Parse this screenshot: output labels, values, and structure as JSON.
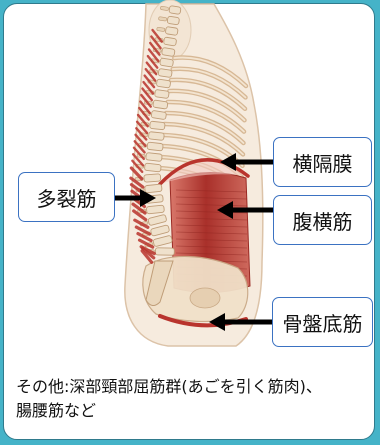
{
  "labels": {
    "multifidus": "多裂筋",
    "diaphragm": "横隔膜",
    "transversus_abdominis": "腹横筋",
    "pelvic_floor": "骨盤底筋"
  },
  "footnote": {
    "line1": "その他:深部頸部屈筋群(あごを引く筋肉)、",
    "line2": "腸腰筋など"
  },
  "colors": {
    "frame": "#45b3c8",
    "label_border": "#3b72c2",
    "muscle": "#b9342d"
  }
}
